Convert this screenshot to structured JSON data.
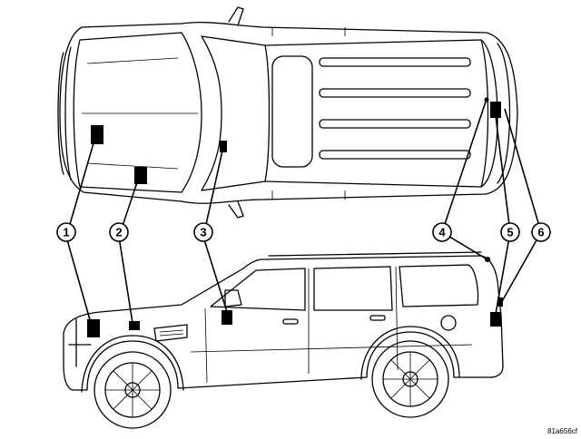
{
  "figure": {
    "reference_code": "81a656cf",
    "views": [
      "top-view",
      "side-view"
    ],
    "callouts": [
      {
        "number": "1"
      },
      {
        "number": "2"
      },
      {
        "number": "3"
      },
      {
        "number": "4"
      },
      {
        "number": "5"
      },
      {
        "number": "6"
      }
    ]
  }
}
